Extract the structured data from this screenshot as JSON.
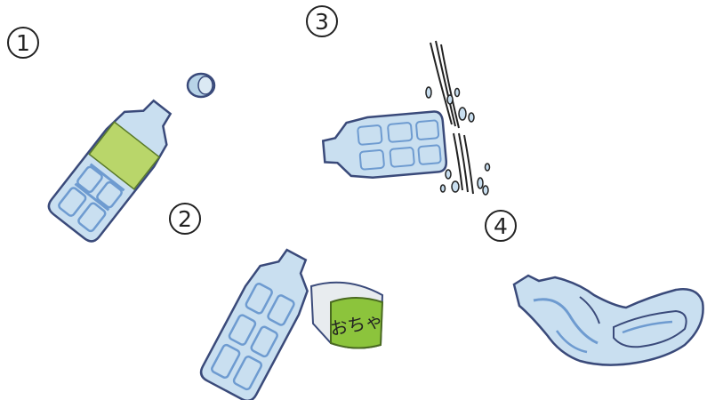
{
  "steps": [
    {
      "number": "1"
    },
    {
      "number": "2"
    },
    {
      "number": "3"
    },
    {
      "number": "4"
    }
  ],
  "label": {
    "text": "おちゃ",
    "color": "#8cc43c"
  },
  "colors": {
    "bottle_fill": "#c9dff0",
    "bottle_stroke": "#3a4a7a",
    "bottle_shadow": "#6e9bd0",
    "cap": "#b8d4e8",
    "ink": "#222222"
  }
}
